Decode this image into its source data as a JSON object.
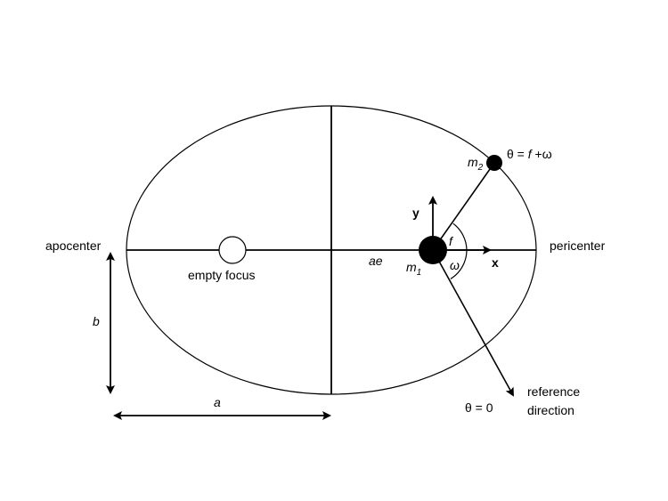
{
  "labels": {
    "apocenter": "apocenter",
    "pericenter": "pericenter",
    "empty_focus": "empty focus",
    "ae": "ae",
    "b": "b",
    "a": "a",
    "y": "y",
    "x": "x",
    "f": "f",
    "omega": "ω",
    "m1_base": "m",
    "m1_sub": "1",
    "m2_base": "m",
    "m2_sub": "2",
    "theta_top": "θ = ",
    "theta_top_f": "f",
    "theta_top_rest": " +ω",
    "theta_zero": "θ = 0",
    "reference_line1": "reference",
    "reference_line2": "direction"
  }
}
